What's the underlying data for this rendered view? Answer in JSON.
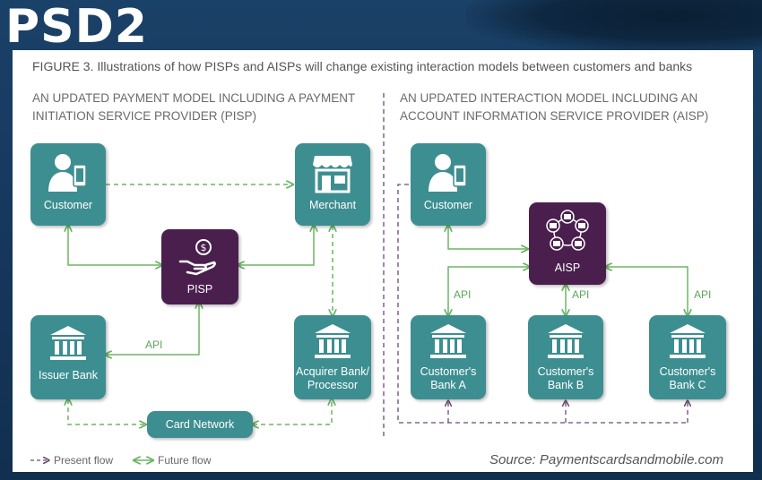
{
  "headline": "PSD2",
  "figure_caption": "FIGURE 3. Illustrations of how PISPs and AISPs will change existing interaction models between customers and banks",
  "left_section": {
    "title_line1": "AN UPDATED PAYMENT MODEL INCLUDING A PAYMENT",
    "title_line2": "INITIATION SERVICE PROVIDER (PISP)",
    "nodes": {
      "customer": "Customer",
      "merchant": "Merchant",
      "pisp": "PISP",
      "issuer_bank": "Issuer Bank",
      "acquirer_line1": "Acquirer Bank/",
      "acquirer_line2": "Processor",
      "card_network": "Card Network"
    },
    "api_label": "API"
  },
  "right_section": {
    "title_line1": "AN UPDATED INTERACTION MODEL INCLUDING AN",
    "title_line2": "ACCOUNT INFORMATION SERVICE PROVIDER (AISP)",
    "nodes": {
      "customer": "Customer",
      "aisp": "AISP",
      "bank_a_line1": "Customer's",
      "bank_a_line2": "Bank A",
      "bank_b_line1": "Customer's",
      "bank_b_line2": "Bank B",
      "bank_c_line1": "Customer's",
      "bank_c_line2": "Bank C"
    },
    "api_labels": [
      "API",
      "API",
      "API"
    ]
  },
  "legend": {
    "present_flow": "Present flow",
    "future_flow": "Future flow"
  },
  "source": "Source: Paymentscardsandmobile.com",
  "colors": {
    "teal": "#3d8e90",
    "purple": "#4a1f4e",
    "future_flow_green": "#6cb564",
    "present_flow_purple": "#6b4a73",
    "background_navy": "#173a5e"
  }
}
